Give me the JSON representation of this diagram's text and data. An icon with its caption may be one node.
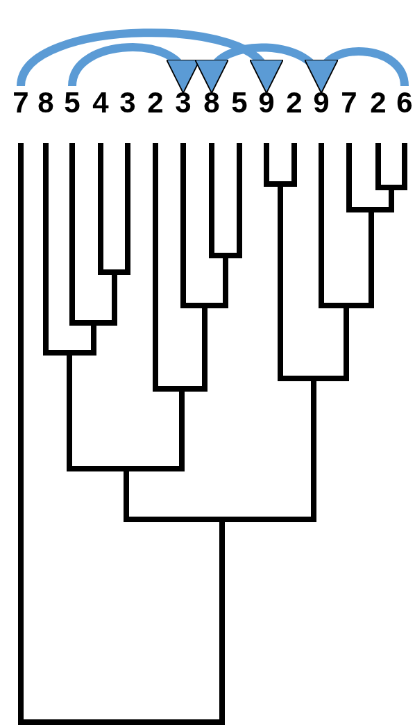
{
  "diagram": {
    "nodes": [
      {
        "text": [
          "7"
        ]
      },
      {
        "text": [
          "8"
        ]
      },
      {
        "text": [
          "5"
        ]
      },
      {
        "text": [
          "4"
        ]
      },
      {
        "text": [
          "3"
        ]
      },
      {
        "text": [
          "2"
        ]
      },
      {
        "text": [
          "3"
        ]
      },
      {
        "text": [
          "8"
        ]
      },
      {
        "text": [
          "5"
        ]
      },
      {
        "text": [
          "9"
        ]
      },
      {
        "text": [
          "2"
        ]
      },
      {
        "text": [
          "9"
        ]
      },
      {
        "text": [
          "7"
        ]
      },
      {
        "text": [
          "2"
        ]
      },
      {
        "text": [
          "6"
        ]
      }
    ],
    "edges": [
      {
        "from": 0,
        "to": 9,
        "arrow": "to"
      },
      {
        "from": 2,
        "to": 6,
        "arrow": "to"
      },
      {
        "from": 11,
        "to": 7,
        "arrow": "to"
      },
      {
        "from": 14,
        "to": 11,
        "arrow": "to"
      }
    ]
  }
}
